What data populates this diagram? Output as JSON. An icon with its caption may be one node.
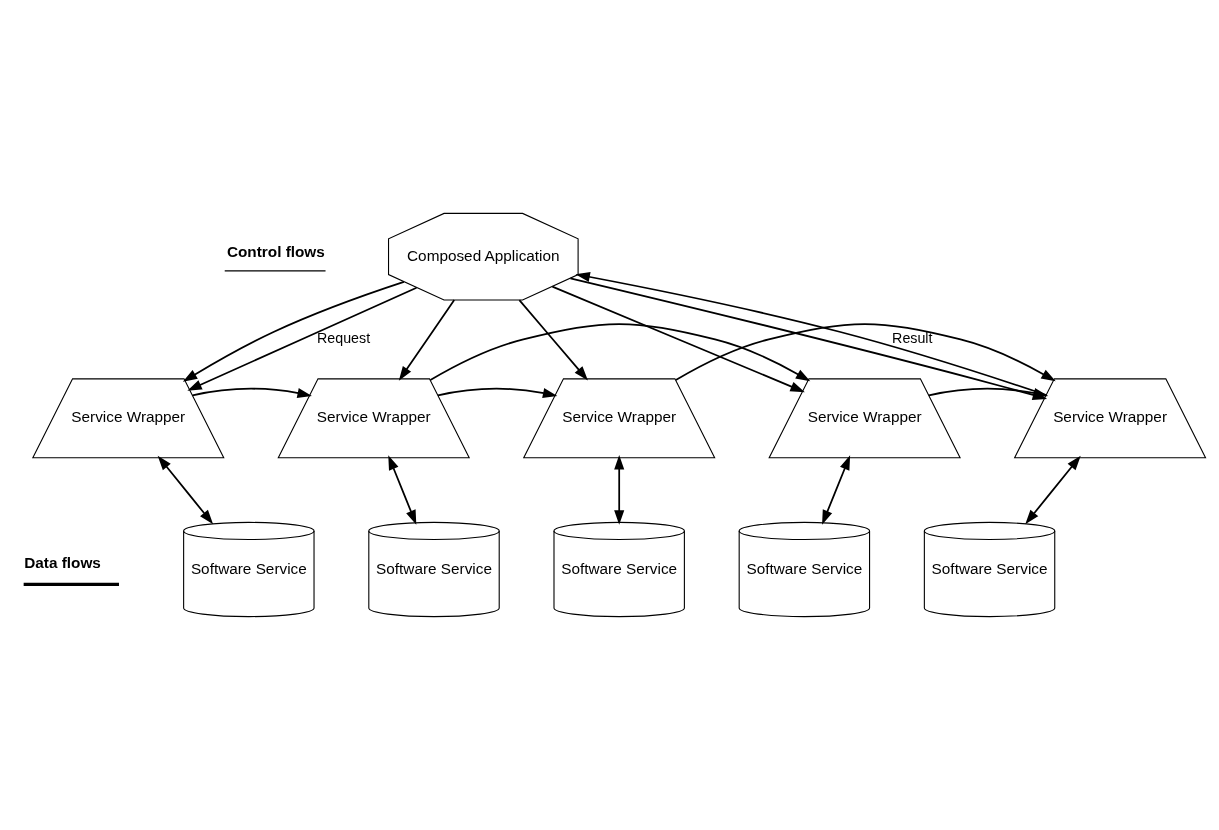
{
  "diagram": {
    "nodes": [
      {
        "text": [
          "Composed Application"
        ]
      },
      {
        "text": [
          "Service Wrapper"
        ]
      },
      {
        "text": [
          "Service Wrapper"
        ]
      },
      {
        "text": [
          "Service Wrapper"
        ]
      },
      {
        "text": [
          "Service Wrapper"
        ]
      },
      {
        "text": [
          "Service Wrapper"
        ]
      },
      {
        "text": [
          "Software Service"
        ]
      },
      {
        "text": [
          "Software Service"
        ]
      },
      {
        "text": [
          "Software Service"
        ]
      },
      {
        "text": [
          "Software Service"
        ]
      },
      {
        "text": [
          "Software Service"
        ]
      }
    ],
    "edges": [
      {
        "from": 0,
        "to": 1,
        "arrow": "to"
      },
      {
        "from": 0,
        "to": 1,
        "arrow": "to",
        "label": "Request"
      },
      {
        "from": 0,
        "to": 2,
        "arrow": "to"
      },
      {
        "from": 0,
        "to": 3,
        "arrow": "to"
      },
      {
        "from": 0,
        "to": 4,
        "arrow": "to"
      },
      {
        "from": 0,
        "to": 5,
        "arrow": "to"
      },
      {
        "from": 5,
        "to": 0,
        "arrow": "to",
        "label": "Result"
      },
      {
        "from": 1,
        "to": 2,
        "arrow": "to"
      },
      {
        "from": 2,
        "to": 3,
        "arrow": "to"
      },
      {
        "from": 2,
        "to": 4,
        "arrow": "to"
      },
      {
        "from": 3,
        "to": 5,
        "arrow": "to"
      },
      {
        "from": 4,
        "to": 5,
        "arrow": "to"
      },
      {
        "from": 1,
        "to": 6,
        "arrow": "both"
      },
      {
        "from": 2,
        "to": 7,
        "arrow": "both"
      },
      {
        "from": 3,
        "to": 8,
        "arrow": "both"
      },
      {
        "from": 4,
        "to": 9,
        "arrow": "both"
      },
      {
        "from": 5,
        "to": 10,
        "arrow": "both"
      }
    ],
    "legend": [
      {
        "text": "Control flows"
      },
      {
        "text": "Data flows"
      }
    ]
  }
}
